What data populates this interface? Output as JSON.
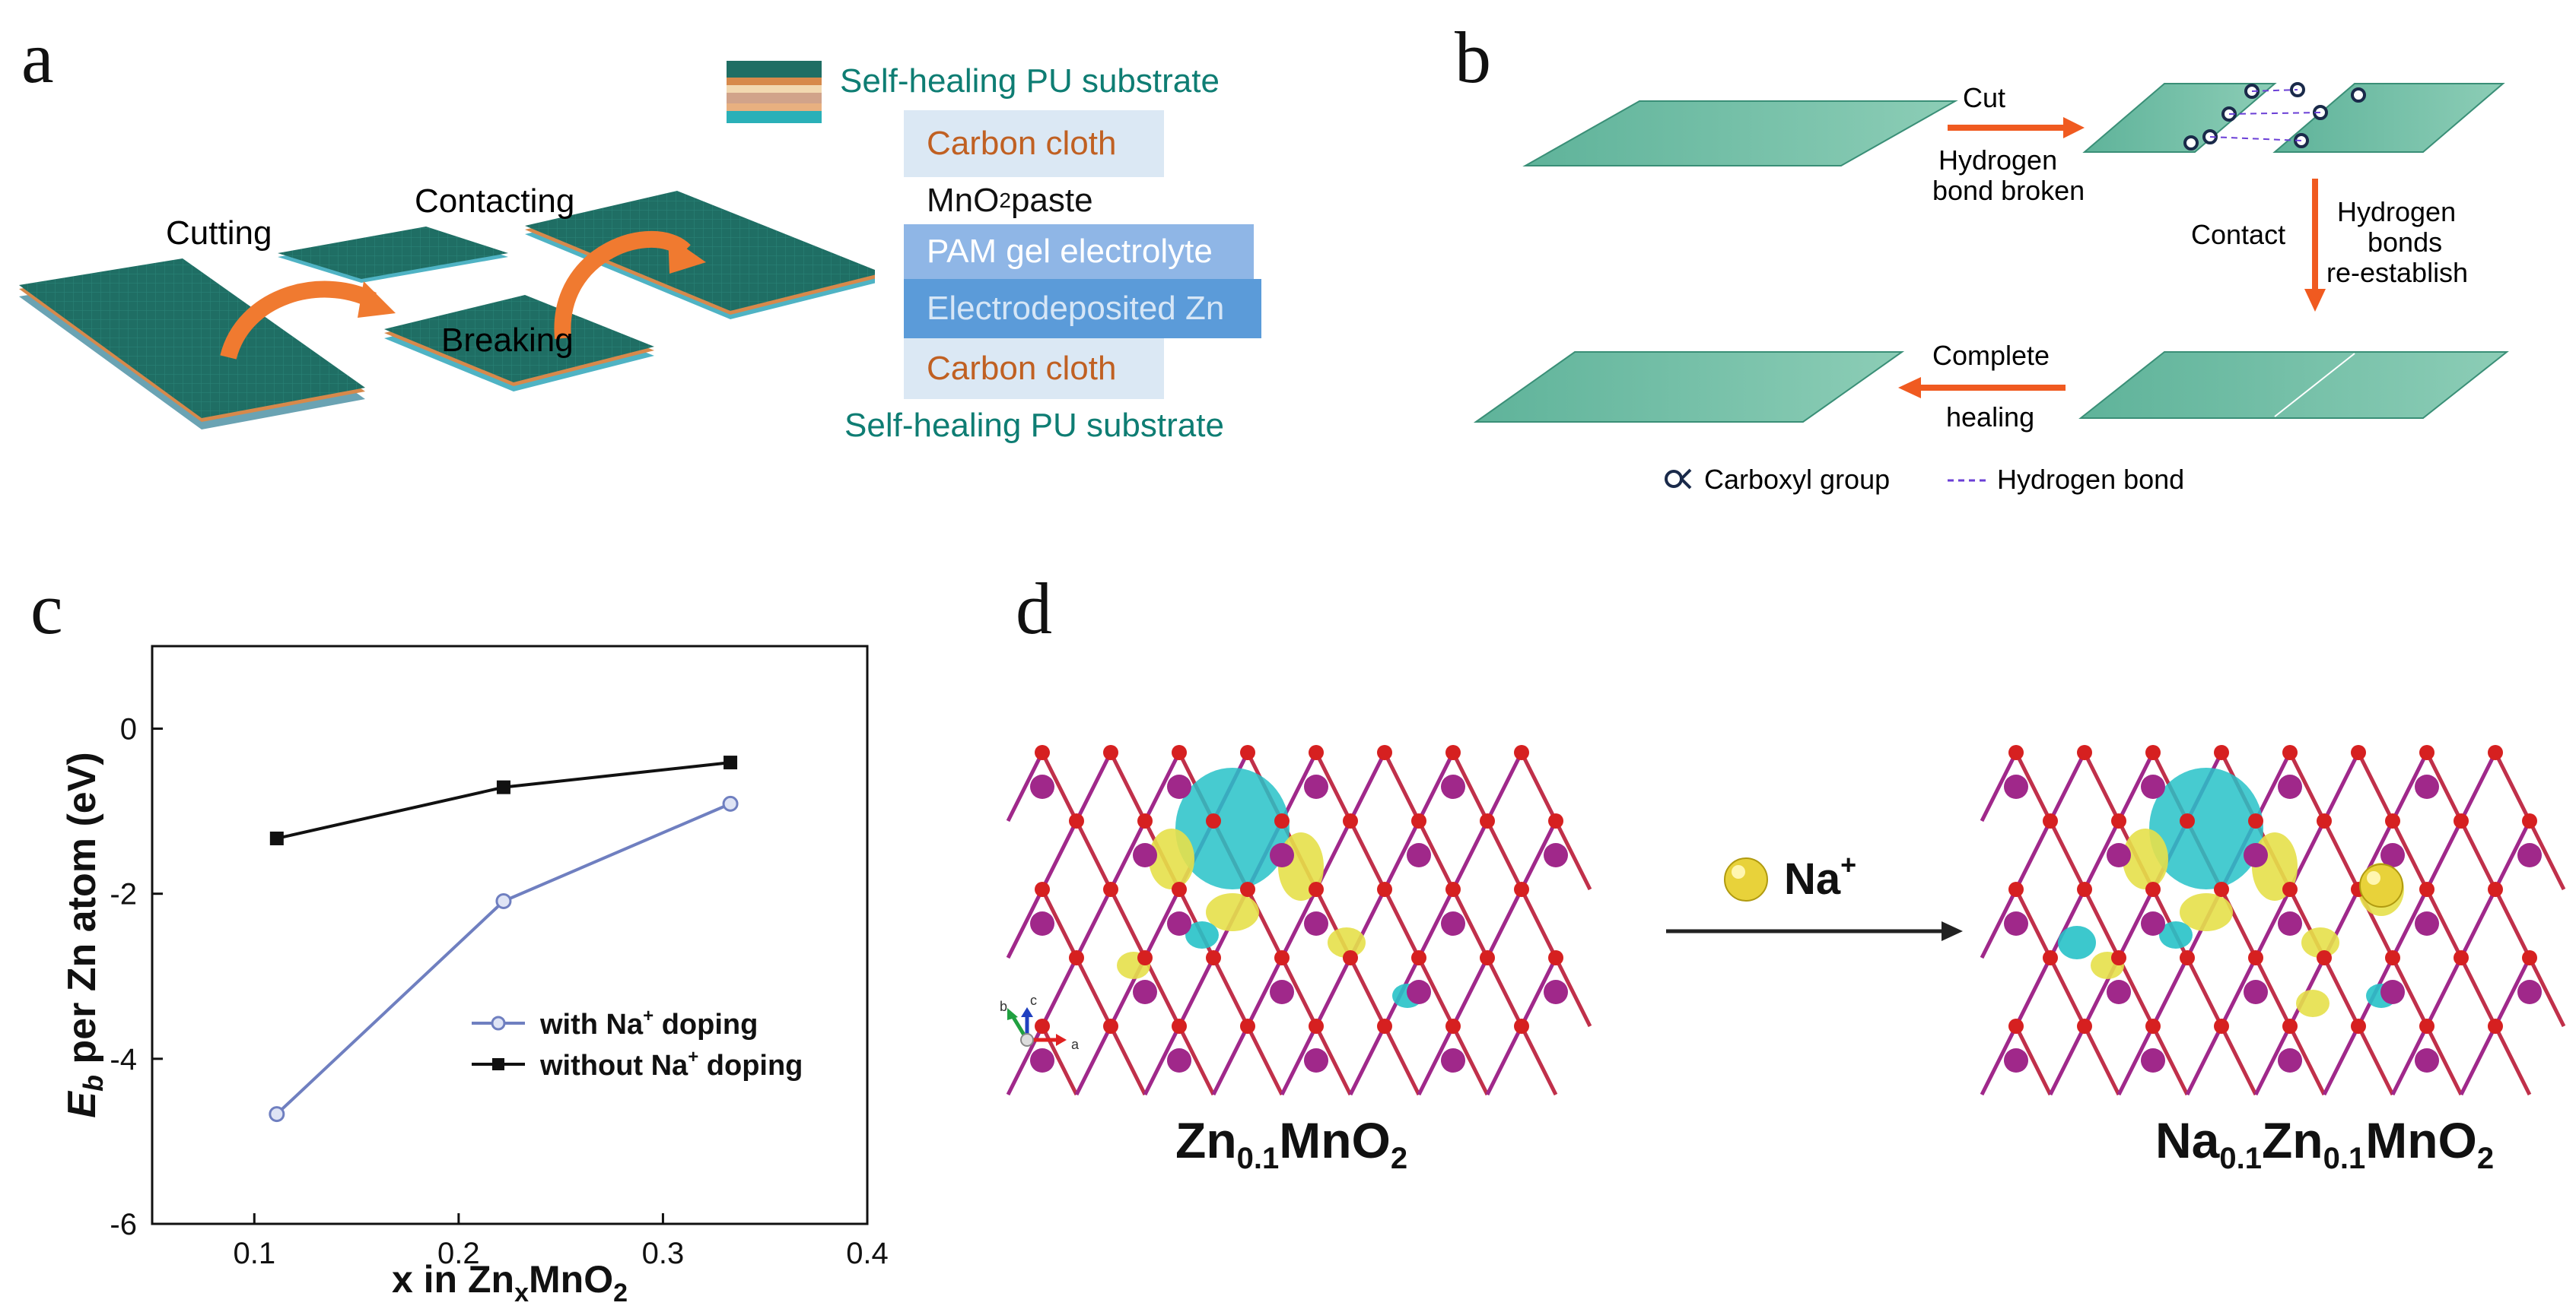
{
  "panel_labels": {
    "a": "a",
    "b": "b",
    "c": "c",
    "d": "d"
  },
  "panel_a": {
    "cutting": "Cutting",
    "contacting": "Contacting",
    "breaking": "Breaking",
    "substrate_top": "Self-healing PU substrate",
    "substrate_bottom": "Self-healing PU substrate",
    "layers": {
      "carbon_cloth_1": "Carbon cloth",
      "mno2_prefix": "MnO",
      "mno2_sub": "2",
      "mno2_suffix": " paste",
      "pam": "PAM gel electrolyte",
      "zn": "Electrodeposited Zn",
      "carbon_cloth_2": "Carbon cloth"
    }
  },
  "panel_b": {
    "cut": "Cut",
    "hb_broken_1": "Hydrogen",
    "hb_broken_2": "bond broken",
    "contact": "Contact",
    "re_1": "Hydrogen",
    "re_2": "bonds",
    "re_3": "re-establish",
    "complete": "Complete",
    "healing": "healing",
    "legend_carboxyl": "Carboxyl group",
    "legend_hbond": "Hydrogen bond"
  },
  "chart_data": {
    "type": "line",
    "ylabel_E": "E",
    "ylabel_b": "b",
    "ylabel_rest": " per Zn atom (eV)",
    "xlabel_prefix": "x in Zn",
    "xlabel_sub1": "x",
    "xlabel_mid": "MnO",
    "xlabel_sub2": "2",
    "xlim": [
      0.05,
      0.4
    ],
    "ylim": [
      -6,
      1
    ],
    "xticks": [
      0.1,
      0.2,
      0.3,
      0.4
    ],
    "xtick_labels": [
      "0.1",
      "0.2",
      "0.3",
      "0.4"
    ],
    "yticks": [
      -6,
      -4,
      -2,
      0
    ],
    "ytick_labels": [
      "-6",
      "-4",
      "-2",
      "0"
    ],
    "series": [
      {
        "name_pre": "with Na",
        "name_sup": "+",
        "name_post": " doping",
        "x": [
          0.111,
          0.222,
          0.333
        ],
        "y": [
          -4.67,
          -2.09,
          -0.91
        ],
        "color": "#6f7fc0",
        "marker": "circle"
      },
      {
        "name_pre": "without Na",
        "name_sup": "+",
        "name_post": " doping",
        "x": [
          0.111,
          0.222,
          0.333
        ],
        "y": [
          -1.33,
          -0.71,
          -0.41
        ],
        "color": "#111111",
        "marker": "square"
      }
    ]
  },
  "panel_d": {
    "left_label": {
      "a": "Zn",
      "b": "0.1",
      "c": "MnO",
      "d": "2"
    },
    "right_label": {
      "a": "Na",
      "b": "0.1",
      "c": "Zn",
      "d": "0.1",
      "e": "MnO",
      "f": "2"
    },
    "na_label": "Na",
    "na_sup": "+",
    "axis_a": "a",
    "axis_b": "b",
    "axis_c": "c"
  },
  "colors": {
    "teal": "#0e7d73",
    "orange": "#f07030",
    "cyan": "#27c2c8",
    "yellow": "#e6e04a",
    "magenta": "#a0288a",
    "red": "#d62020"
  }
}
